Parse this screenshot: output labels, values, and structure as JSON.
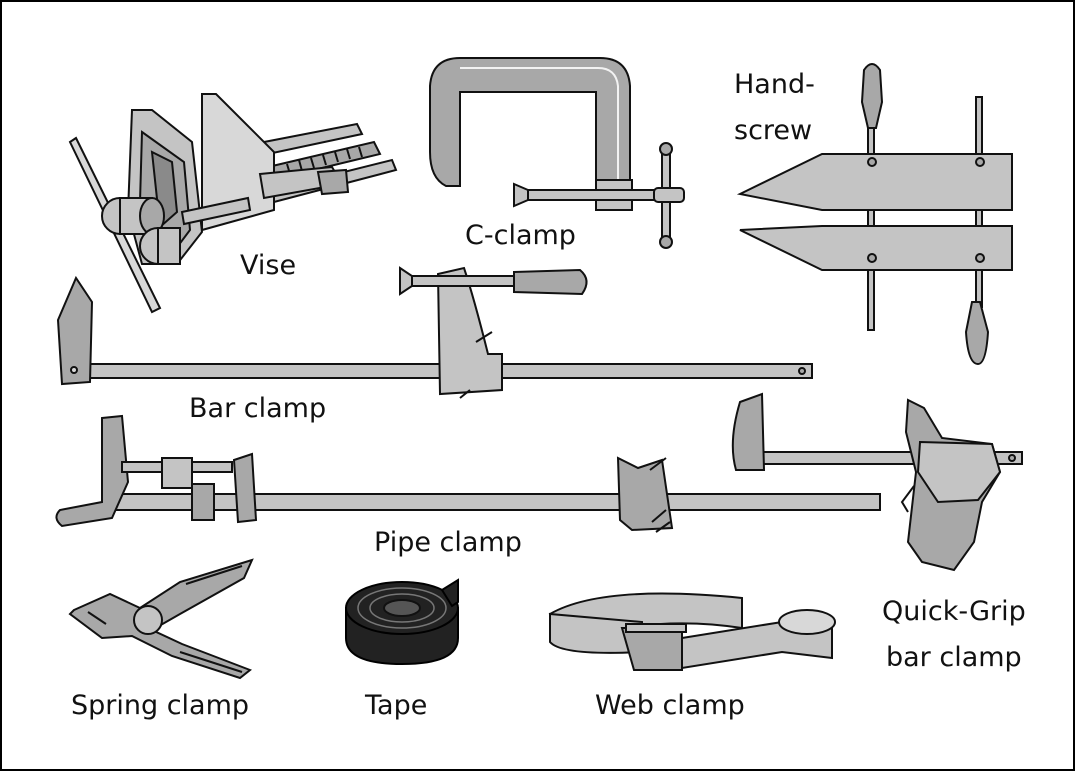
{
  "labels": {
    "vise": "Vise",
    "c_clamp": "C-clamp",
    "hand_screw_line1": "Hand-",
    "hand_screw_line2": "screw",
    "bar_clamp": "Bar clamp",
    "pipe_clamp": "Pipe clamp",
    "spring_clamp": "Spring clamp",
    "tape": "Tape",
    "web_clamp": "Web clamp",
    "quick_grip_line1": "Quick-Grip",
    "quick_grip_line2": "bar clamp"
  },
  "colors": {
    "border": "#000000",
    "text": "#111111",
    "metal_dark": "#8a8a8a",
    "metal_mid": "#a8a8a8",
    "metal_light": "#c4c4c4",
    "tape_black": "#222222"
  }
}
